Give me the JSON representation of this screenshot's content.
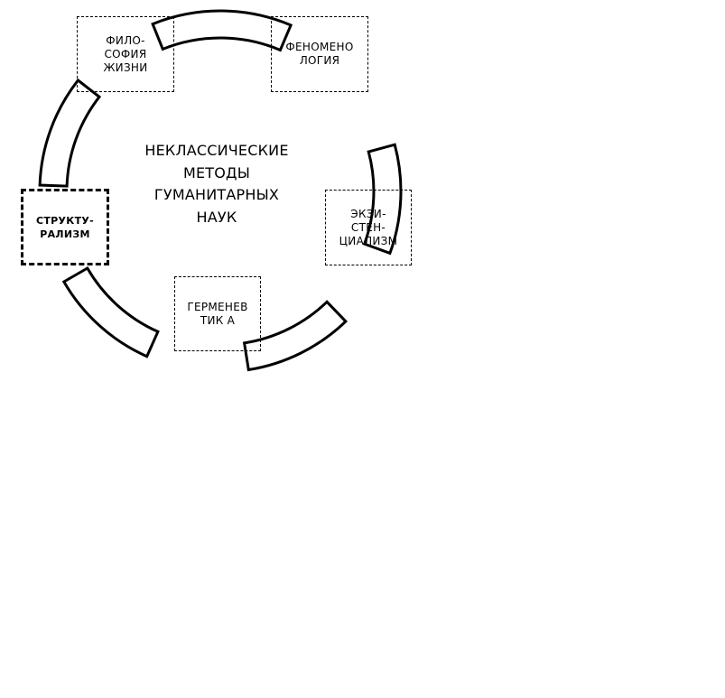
{
  "title": "НЕКЛАССИЧЕСКИЕ\nМЕТОДЫ\nГУМАНИТАРНЫХ\nНАУК",
  "nodes": {
    "life_philosophy": "ФИЛО-\nСОФИЯ\nЖИЗНИ",
    "phenomenology": "ФЕНОМЕНО\nЛОГИЯ",
    "existentialism": "ЭКЗИ-\nСТЕН-\nЦИАЛИЗМ",
    "hermeneutics": "ГЕРМЕНЕВ\nТИК А",
    "structuralism": "СТРУКТУ-\nРАЛИЗМ"
  },
  "colors": {
    "stroke": "#000000",
    "background": "#ffffff"
  }
}
